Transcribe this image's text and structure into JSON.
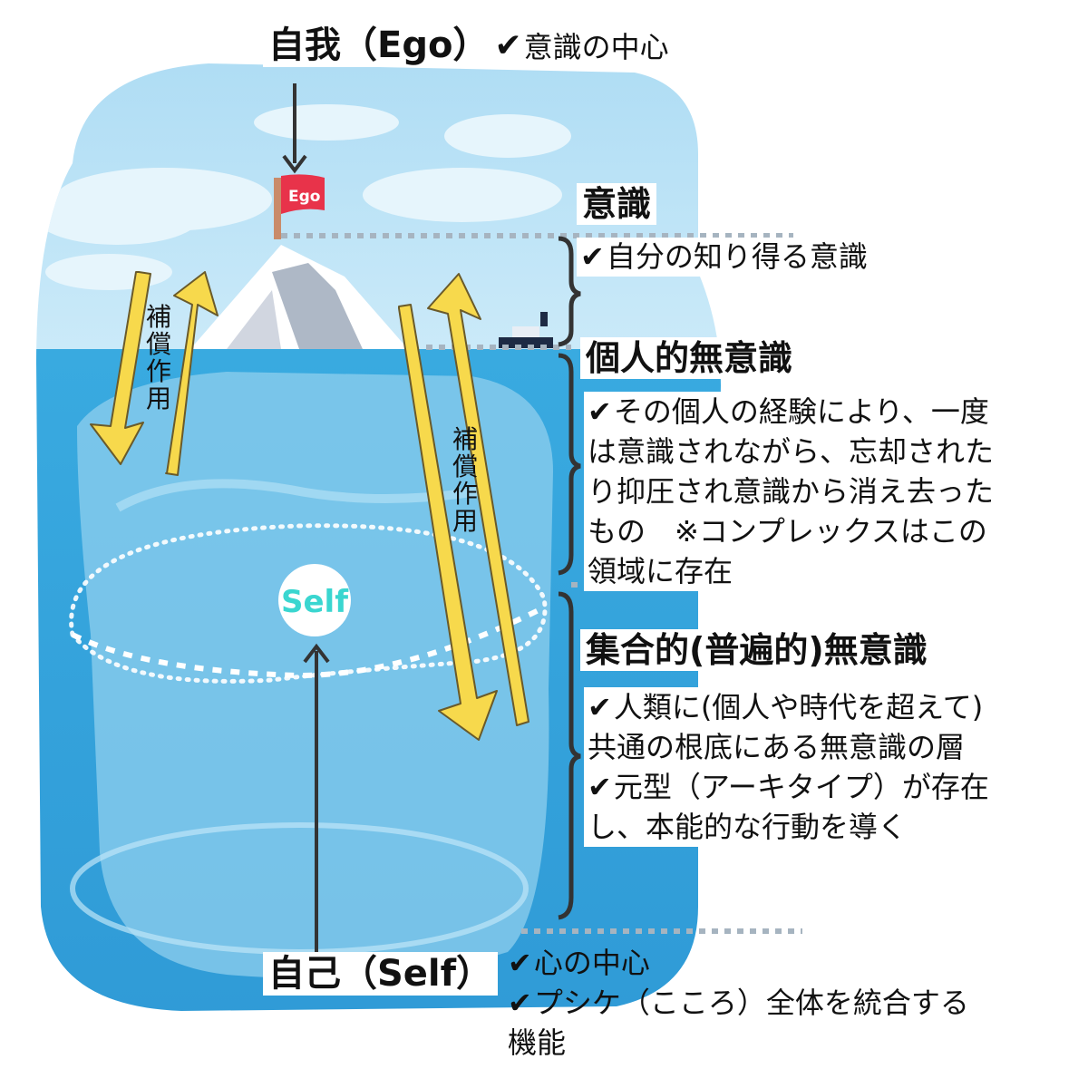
{
  "ego_title": "自我（Ego）",
  "ego_desc": "意識の中心",
  "flag_label": "Ego",
  "self_circle_label": "Self",
  "compensation_left": [
    "補",
    "償",
    "作",
    "用"
  ],
  "compensation_right": [
    "補",
    "償",
    "作",
    "用"
  ],
  "conscious": {
    "title": "意識",
    "desc": "自分の知り得る意識"
  },
  "personal_unconscious": {
    "title": "個人的無意識",
    "lines": [
      "その個人の経験により、一度",
      "は意識されながら、忘却された",
      "り抑圧され意識から消え去った",
      "もの　※コンプレックスはこの",
      "領域に存在"
    ]
  },
  "collective_unconscious": {
    "title": "集合的(普遍的)無意識",
    "lines_1": [
      "人類に(個人や時代を超えて)",
      "共通の根底にある無意識の層"
    ],
    "lines_2": [
      "元型（アーキタイプ）が存在",
      "し、本能的な行動を導く"
    ]
  },
  "self_title": "自己（Self）",
  "self_desc_1": "心の中心",
  "self_desc_2": "プシケ（こころ）全体を統合する",
  "self_desc_3": "機能",
  "check_mark": "✔",
  "colors": {
    "sky": "#b9e2f7",
    "sea": "#34a6de",
    "sea_deep": "#2b97d3",
    "arrow_fill": "#f7d94c",
    "flag": "#e8334a",
    "self_text": "#3ad6d0"
  }
}
